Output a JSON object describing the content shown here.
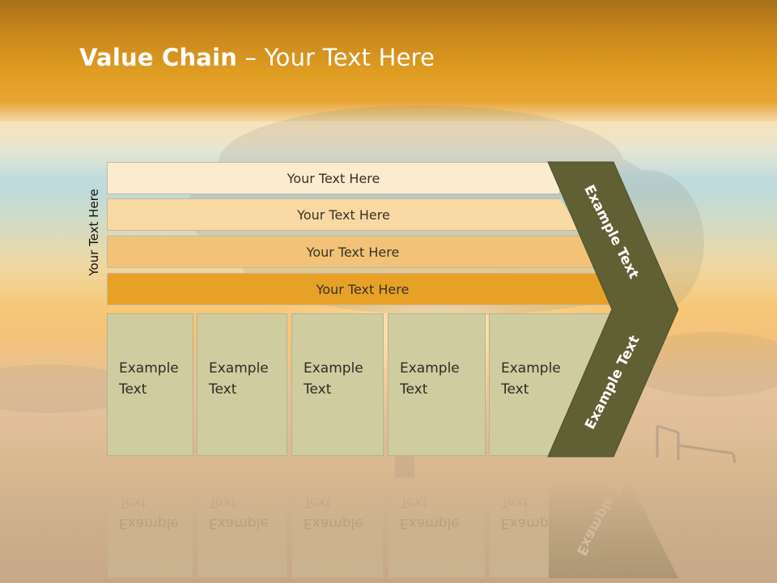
{
  "title": {
    "bold": "Value Chain",
    "rest": " – Your Text Here"
  },
  "side_label": "Your Text Here",
  "bars": [
    {
      "label": "Your Text Here",
      "color": "#fbebcf"
    },
    {
      "label": "Your Text Here",
      "color": "#f8d9a4"
    },
    {
      "label": "Your Text Here",
      "color": "#f1c278"
    },
    {
      "label": "Your Text Here",
      "color": "#e8a127"
    }
  ],
  "columns": [
    {
      "label": "Example\nText"
    },
    {
      "label": "Example\nText"
    },
    {
      "label": "Example\nText"
    },
    {
      "label": "Example\nText"
    },
    {
      "label": "Example\nText"
    }
  ],
  "arrow": {
    "upper_label": "Example Text",
    "lower_label": "Example Text",
    "color": "#606034"
  },
  "colors": {
    "column_fill": "#cfcda0",
    "title": "#ffffff"
  }
}
